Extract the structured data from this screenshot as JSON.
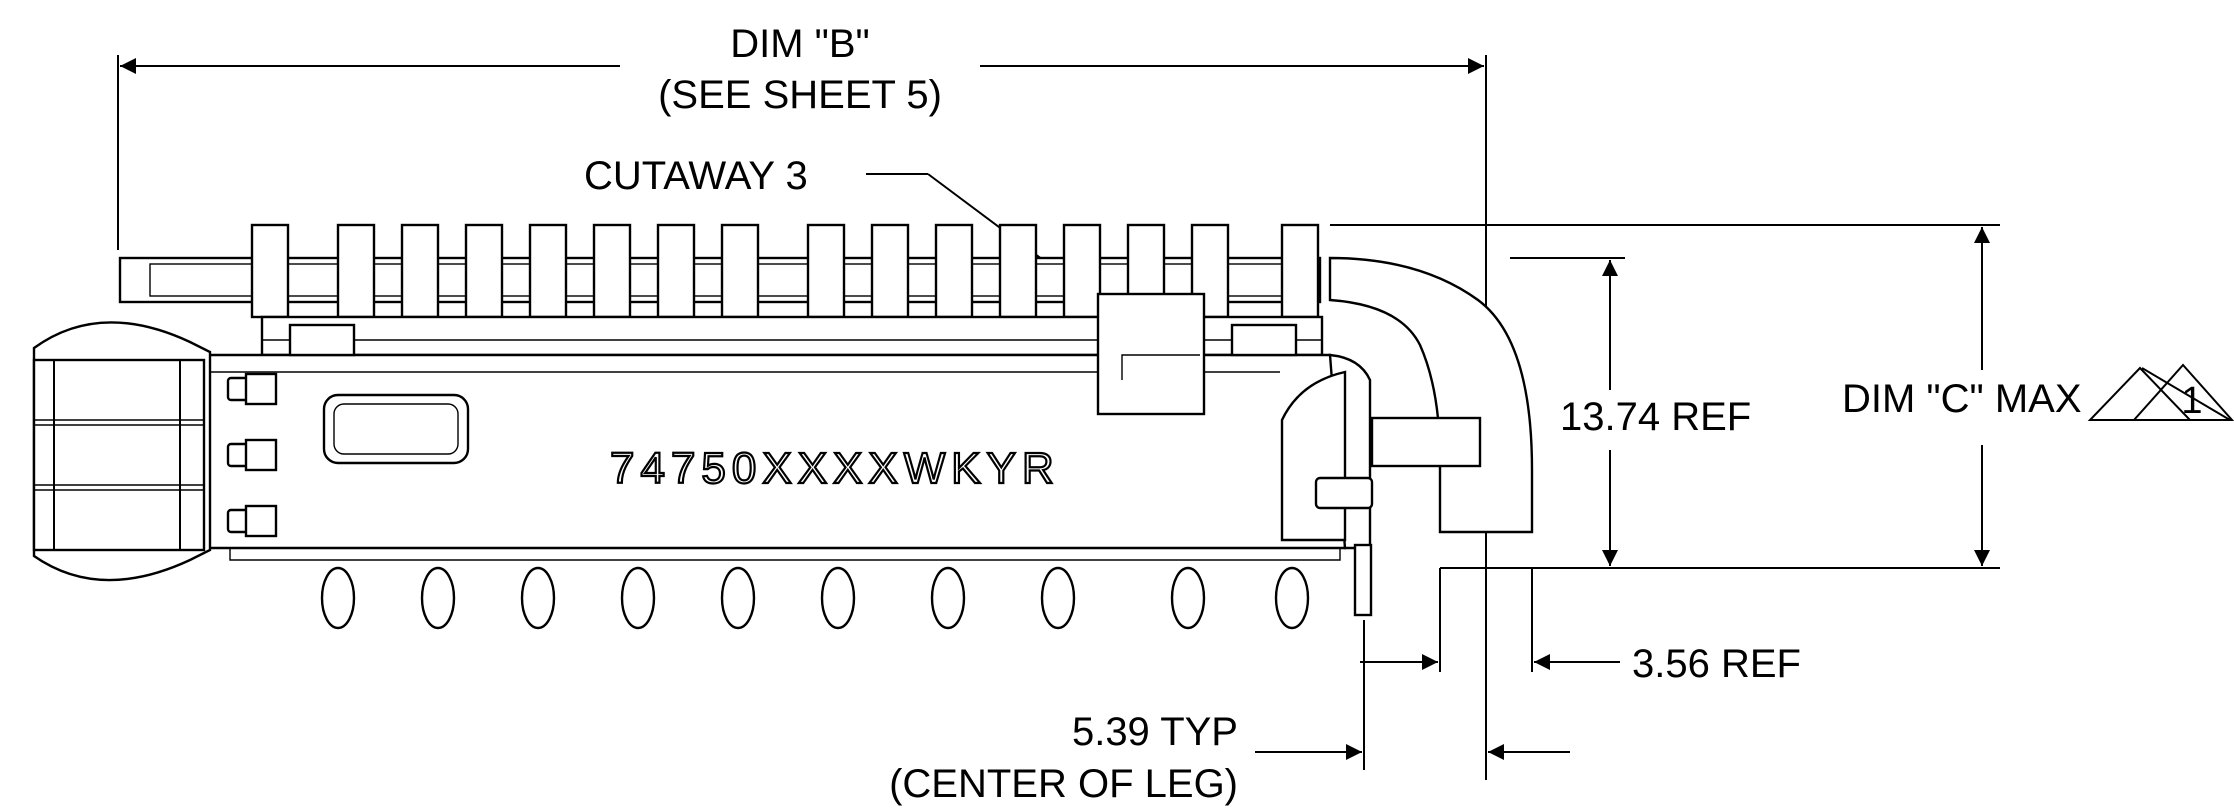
{
  "dimensions": {
    "dim_b_line1": "DIM \"B\"",
    "dim_b_line2": "(SEE SHEET 5)",
    "cutaway": "CUTAWAY 3",
    "height_ref": "13.74 REF",
    "dim_c": "DIM \"C\" MAX",
    "note_number": "1",
    "leg_ref": "3.56 REF",
    "leg_typ_line1": "5.39 TYP",
    "leg_typ_line2": "(CENTER OF LEG)"
  },
  "part": {
    "marking": "74750XXXXWKYR"
  }
}
